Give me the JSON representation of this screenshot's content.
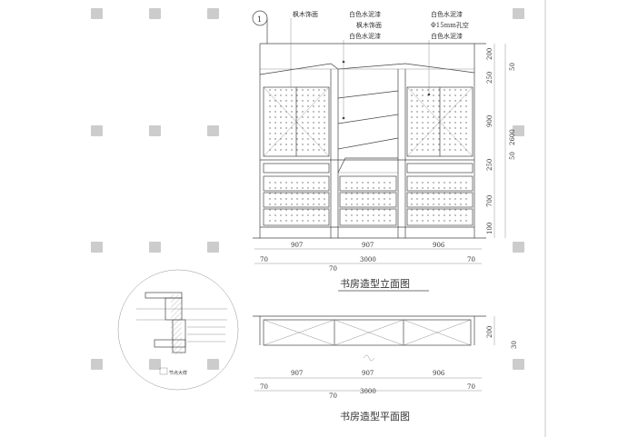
{
  "elevation": {
    "title": "书房造型立面图",
    "section_marker": "1",
    "callouts": {
      "left": [
        "枫木饰面"
      ],
      "middle": [
        "白色水泥漆",
        "枫木饰面",
        "白色水泥漆"
      ],
      "right": [
        "白色水泥漆",
        "Φ15mm孔空",
        "白色水泥漆"
      ]
    },
    "dims_bottom_segments": [
      "907",
      "907",
      "906"
    ],
    "dims_bottom_gaps": [
      "70",
      "70",
      "70"
    ],
    "dims_bottom_total": "3000",
    "dims_right": [
      "200",
      "250",
      "900",
      "250",
      "700",
      "100"
    ],
    "dims_right_extra": [
      "50",
      "2600",
      "50"
    ]
  },
  "plan": {
    "title": "书房造型平面图",
    "dims_segments": [
      "907",
      "907",
      "906"
    ],
    "dims_gaps": [
      "70",
      "70",
      "70"
    ],
    "dims_total": "3000",
    "dims_right": [
      "200",
      "30"
    ]
  },
  "detail": {
    "scale_label": "节点大样"
  },
  "colors": {
    "line": "#444444",
    "watermark": "#cccccc"
  }
}
